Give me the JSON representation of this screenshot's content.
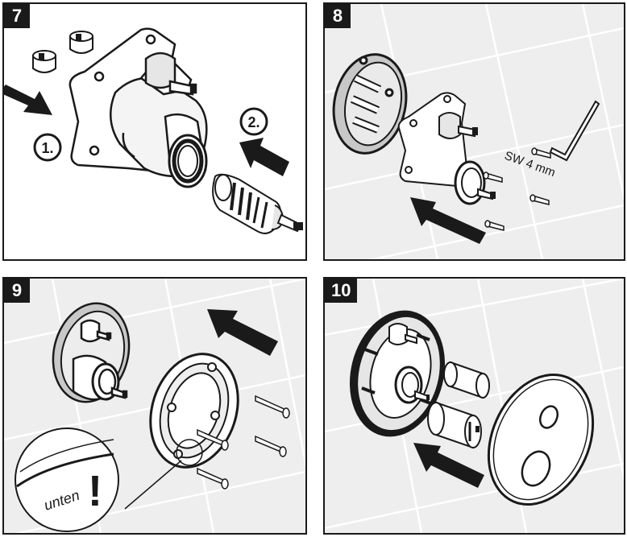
{
  "steps": [
    {
      "number": "7",
      "labels": {
        "step_one": "1.",
        "step_two": "2."
      }
    },
    {
      "number": "8",
      "labels": {
        "tool_size": "SW 4 mm"
      }
    },
    {
      "number": "9",
      "labels": {
        "detail_text": "unten",
        "detail_mark": "!"
      }
    },
    {
      "number": "10"
    }
  ],
  "colors": {
    "line": "#1a1a1a",
    "tile_bg": "#eeeeee",
    "tile_grout": "#ffffff",
    "part_gray": "#c8c8c8",
    "plate_gray": "#d9d9d9"
  }
}
